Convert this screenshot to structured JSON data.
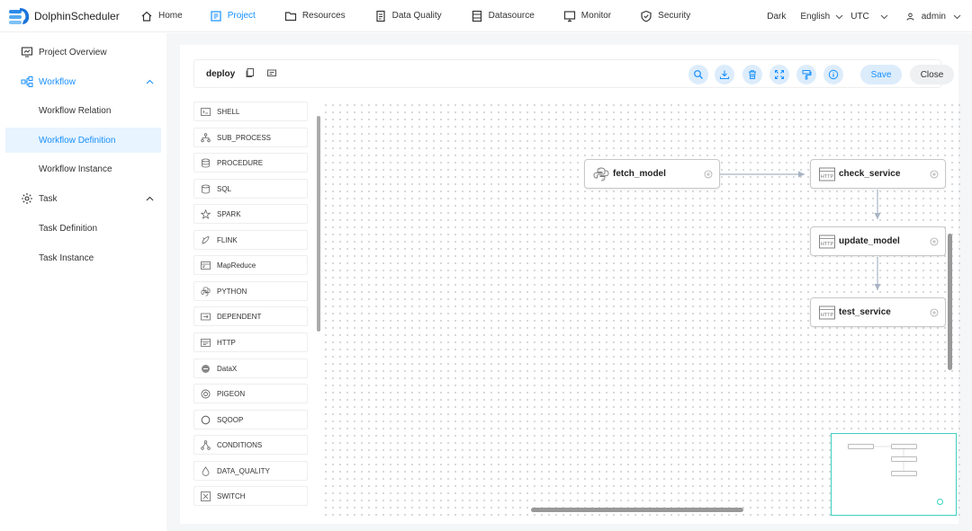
{
  "app": {
    "name": "DolphinScheduler"
  },
  "nav": {
    "items": [
      {
        "label": "Home",
        "icon": "home-icon"
      },
      {
        "label": "Project",
        "icon": "project-icon"
      },
      {
        "label": "Resources",
        "icon": "folder-icon"
      },
      {
        "label": "Data Quality",
        "icon": "data-quality-icon"
      },
      {
        "label": "Datasource",
        "icon": "database-icon"
      },
      {
        "label": "Monitor",
        "icon": "monitor-icon"
      },
      {
        "label": "Security",
        "icon": "shield-icon"
      }
    ],
    "theme": "Dark",
    "language": "English",
    "timezone": "UTC",
    "user": "admin"
  },
  "sidebar": {
    "project_overview": "Project Overview",
    "workflow": "Workflow",
    "workflow_relation": "Workflow Relation",
    "workflow_definition": "Workflow Definition",
    "workflow_instance": "Workflow Instance",
    "task": "Task",
    "task_definition": "Task Definition",
    "task_instance": "Task Instance"
  },
  "toolbar": {
    "workflow_name": "deploy",
    "save_label": "Save",
    "close_label": "Close"
  },
  "palette": [
    "SHELL",
    "SUB_PROCESS",
    "PROCEDURE",
    "SQL",
    "SPARK",
    "FLINK",
    "MapReduce",
    "PYTHON",
    "DEPENDENT",
    "HTTP",
    "DataX",
    "PIGEON",
    "SQOOP",
    "CONDITIONS",
    "DATA_QUALITY",
    "SWITCH"
  ],
  "nodes": [
    {
      "label": "fetch_model",
      "type": "PYTHON"
    },
    {
      "label": "check_service",
      "type": "HTTP"
    },
    {
      "label": "update_model",
      "type": "HTTP"
    },
    {
      "label": "test_service",
      "type": "HTTP"
    }
  ],
  "colors": {
    "accent": "#1890ff",
    "selected_bg": "#e8f4ff",
    "minimap_border": "#3ecfc0"
  }
}
